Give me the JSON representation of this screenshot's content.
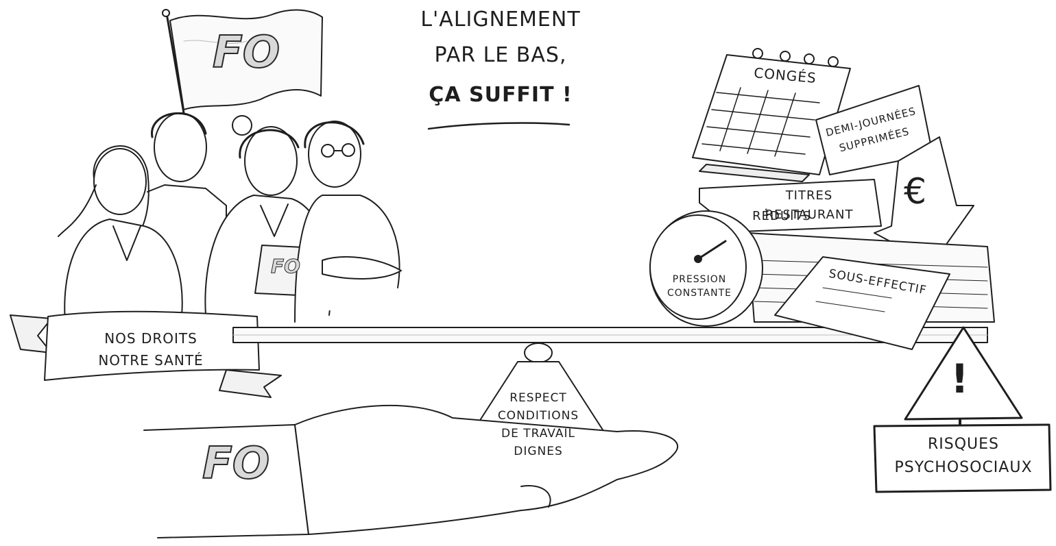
{
  "title": {
    "line1": "L'ALIGNEMENT",
    "line2": "PAR LE BAS,",
    "line3": "ÇA SUFFIT !"
  },
  "flag_logo": "FO",
  "folder_logo": "FO",
  "sleeve_logo": "FO",
  "banner": {
    "line1": "NOS DROITS",
    "line2": "NOTRE SANTÉ"
  },
  "fulcrum": {
    "line1": "RESPECT",
    "line2": "CONDITIONS",
    "line3": "DE TRAVAIL",
    "line4": "DIGNES"
  },
  "burdens": {
    "calendar": "CONGÉS",
    "half_days_line1": "DEMI-JOURNÉES",
    "half_days_line2": "SUPPRIMÉES",
    "meal_vouchers_line1": "TITRES RESTAURANT",
    "meal_vouchers_line2": "RÉDUITS",
    "euro": "€",
    "gauge_line1": "PRESSION",
    "gauge_line2": "CONSTANTE",
    "understaffing": "SOUS-EFFECTIF"
  },
  "warning": {
    "symbol": "!",
    "line1": "RISQUES",
    "line2": "PSYCHOSOCIAUX"
  },
  "colors": {
    "ink": "#1e1e1e",
    "paper": "#ffffff",
    "shade": "#d9d9d9"
  }
}
